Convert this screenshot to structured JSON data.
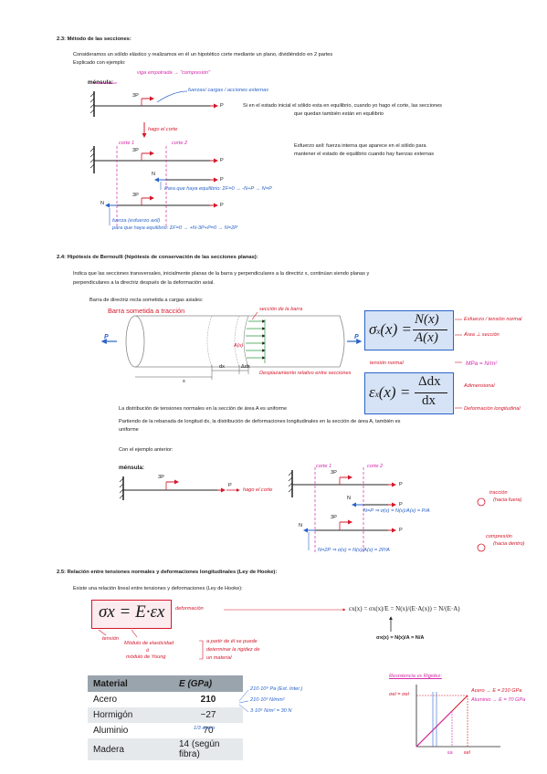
{
  "s23": {
    "title": "2.3: Método de las secciones:",
    "intro1": "Consideramos un sólido elástico y realizamos en él un hipotético corte mediante un plano, dividiéndolo en 2 partes",
    "intro2": "Explicado con ejemplo:",
    "viga_note": "viga empotrada → \"compresión\"",
    "mensula": "ménsula:",
    "fuerzas_note": "fuerzas/ cargas / acciones externas",
    "load_3p": "3P",
    "load_p": "P",
    "eq1a": "Si en el estado inicial el sólido esta en equilibrio, cuando yo hago el corte, las secciones",
    "eq1b": "que quedan también están en equilibrio",
    "hago_corte": "hago el corte",
    "corte1": "corte 1",
    "corte2": "corte 2",
    "n_label": "N",
    "axial1": "Esfuerzo axil: fuerza interna que aparece en el sólido para",
    "axial2": "mantener el estado de equilibrio cuando hay fuerzas externas",
    "eqA": "Para que haya equilibrio: ΣF=0 → -N+P → N=P",
    "fuerza": "fuerza (esfuerzo axil)",
    "eqB": "para que haya equilibrio: ΣF=0 → +N-3P+P=0 → N=2P"
  },
  "s24": {
    "title": "2.4: Hipótesis de Bernoulli (hipótesis de conservación de las secciones planas):",
    "p1": "Indica que las secciones transversales, inicialmente planas de la barra y perpendiculares a la directriz x, continúan siendo planas y",
    "p2": "perpendiculares a la directriz después de la deformación axial.",
    "barra": "Barra de directriz recta sometida a cargas axiales:",
    "barra_red": "Barra sometida a tracción",
    "seccion_barra": "sección de la barra",
    "area": "A(x)",
    "x": "x",
    "dx": "dx",
    "ddx": "Δdx",
    "desplaz": "Desplazamiento relativo entre secciones",
    "sigma_lhs": "σ",
    "sigma_sub": "x",
    "sigma_arg": "(x) =",
    "sigma_num": "N(x)",
    "sigma_den": "A(x)",
    "esfuerzo_note": "Esfuerzo / tensión normal",
    "area_note": "Área ⊥ sección",
    "tension_normal": "tensión normal",
    "mpa": "MPa = N/m²",
    "eps_lhs": "ε",
    "eps_arg": "(x) =",
    "eps_num": "Δdx",
    "eps_den": "dx",
    "adimensional": "Adimensional",
    "deform_long": "Deformación longitudinal",
    "dist1": "La distribución de tensiones normales en la sección de área A es uniforme",
    "dist2": "Partiendo de la rebanada de longitud dx, la distribución de deformaciones longitudinales en la sección de área A, también es",
    "dist3": "uniforme",
    "con_ejemplo": "Con el ejemplo anterior:",
    "mensula": "ménsula:",
    "hago_corte": "hago el corte",
    "corte1": "corte 1",
    "corte2": "corte 2",
    "eqC": "N=P ⇒ σ(x) = N(x)/A(x) = P/A",
    "traccion": "tracción",
    "traccion2": "(hacia fuera)",
    "eqD": "N=2P ⇒ σ(x) = N(x)/A(x) = 2P/A",
    "compresion": "compresión",
    "compresion2": "(hacia dentro)"
  },
  "s25": {
    "title": "2.5: Relación entre tensiones normales y deformaciones longitudinales (Ley de Hooke):",
    "intro": "Existe una relación lineal entre tensiones y deformaciones (Ley de Hooke):",
    "hooke": "σx = E·εx",
    "deformacion": "deformación",
    "tension": "tensión",
    "modulo1": "Módulo de elasticidad",
    "modulo2": "ó",
    "modulo3": "módulo de Young",
    "partir1": "a partir de él se puede",
    "partir2": "determinar la rigidez de",
    "partir3": "un material",
    "eps_eq": "εx(x) = σx(x)/E = N(x)/(E·A(x)) = N/(E·A)",
    "sig_eq": "σx(x) = N(x)/A = N/A",
    "resist": "Resistencia vs Rigidez:",
    "acero_leg": "Acero → E = 210 GPa",
    "alum_leg": "Aluminio → E = 70 GPa",
    "sigma_el": "σel = σel",
    "eps_a": "εa",
    "eps_el": "εel",
    "note1": "210·10⁹ Pa (Ext. Inter.)",
    "note2": "210·10³ N/mm²",
    "note3": "3·10⁵ N/m² = 30 N",
    "note4": "1/3 acero",
    "table": {
      "h1": "Material",
      "h2": "E (GPa)",
      "rows": [
        {
          "m": "Acero",
          "e": "210"
        },
        {
          "m": "Hormigón",
          "e": "~27"
        },
        {
          "m": "Aluminio",
          "e": "70"
        },
        {
          "m": "Madera",
          "e": "14 (según fibra)"
        }
      ]
    }
  },
  "colors": {
    "red": "#d4182b",
    "blue": "#2a63c9",
    "magenta": "#d42aa8",
    "green": "#2a9a3c"
  }
}
